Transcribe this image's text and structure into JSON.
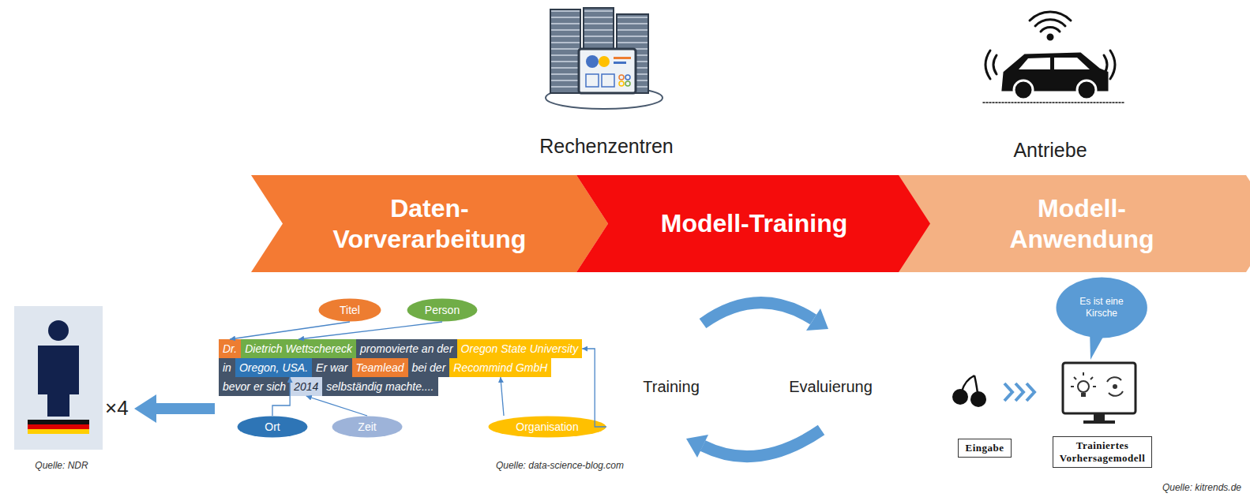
{
  "diagram": {
    "nodes": [
      {
        "text": [
          "Daten- Vorverarbeitung"
        ]
      },
      {
        "text": [
          "Modell-Training"
        ]
      },
      {
        "text": [
          "Modell- Anwendung"
        ]
      },
      {
        "text": [
          "Titel"
        ]
      },
      {
        "text": [
          "Person"
        ]
      },
      {
        "text": [
          "Dr."
        ]
      },
      {
        "text": [
          "Dietrich Wettschereck"
        ]
      },
      {
        "text": [
          "promovierte an der"
        ]
      },
      {
        "text": [
          "Oregon State University"
        ]
      },
      {
        "text": [
          "in"
        ]
      },
      {
        "text": [
          "Oregon, USA."
        ]
      },
      {
        "text": [
          "Er war"
        ]
      },
      {
        "text": [
          "Teamlead"
        ]
      },
      {
        "text": [
          "bei der"
        ]
      },
      {
        "text": [
          "Recommind GmbH"
        ]
      },
      {
        "text": [
          "bevor er sich"
        ]
      },
      {
        "text": [
          "2014"
        ]
      },
      {
        "text": [
          "selbständig machte...."
        ]
      },
      {
        "text": [
          "Ort"
        ]
      },
      {
        "text": [
          "Zeit"
        ]
      },
      {
        "text": [
          "Organisation"
        ]
      },
      {
        "text": [
          "Es ist eine Kirsche"
        ]
      },
      {
        "text": [
          "Eingabe"
        ]
      },
      {
        "text": [
          "Trainiertes Vorhersagemodell"
        ]
      }
    ],
    "edges": [
      {
        "from": 3,
        "to": 5,
        "arrow": "to"
      },
      {
        "from": 4,
        "to": 6,
        "arrow": "to"
      },
      {
        "from": 18,
        "to": 10,
        "arrow": "to"
      },
      {
        "from": 19,
        "to": 16,
        "arrow": "to"
      },
      {
        "from": 20,
        "to": 14,
        "arrow": "to"
      },
      {
        "from": 20,
        "to": 8,
        "arrow": "to"
      }
    ],
    "labels": [
      "Rechenzentren",
      "Antriebe",
      "×4",
      "Quelle: NDR",
      "Quelle: data-science-blog.com",
      "Training",
      "Evaluierung",
      "Quelle: kitrends.de"
    ]
  }
}
